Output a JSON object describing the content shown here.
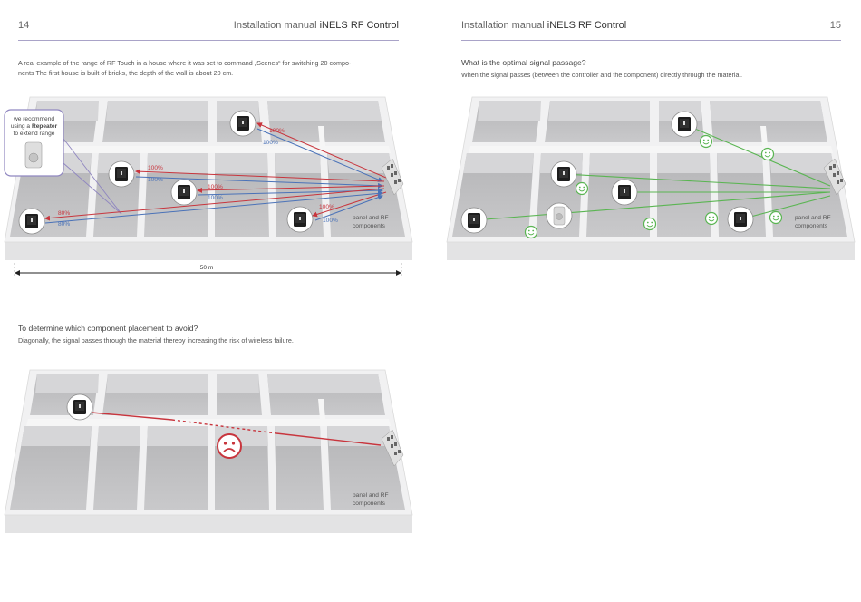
{
  "left_page": {
    "page_number": "14",
    "title_prefix": "Installation manual ",
    "title_brand": "iNELS RF Control",
    "intro_line1": "A real example of the range of RF Touch in a house where it was set to command „Scenes“ for switching 20 compo-",
    "intro_line2": "nents The first house is built of bricks, the depth of the wall is about 20 cm.",
    "callout": {
      "line1": "we recommend",
      "line2_prefix": "using a ",
      "line2_bold": "Repeater",
      "line3": "to extend range"
    },
    "signal_labels_red": [
      "100%",
      "100%",
      "100%",
      "100%",
      "80%"
    ],
    "signal_labels_blue": [
      "100%",
      "100%",
      "100%",
      "100%",
      "80%"
    ],
    "panel_label_line1": "panel and RF",
    "panel_label_line2": "components",
    "distance_label": "50 m",
    "avoid_heading": "To determine which component placement to avoid?",
    "avoid_text": "Diagonally, the signal passes through the material thereby increasing the risk of wireless failure."
  },
  "right_page": {
    "page_number": "15",
    "title_prefix": "Installation manual ",
    "title_brand": "iNELS RF Control",
    "heading": "What is the optimal signal passage?",
    "text": "When the signal passes (between the controller and the component) directly through the material.",
    "panel_label_line1": "panel and RF",
    "panel_label_line2": "components"
  },
  "colors": {
    "red_signal": "#c8353d",
    "blue_signal": "#4a72b8",
    "green_signal": "#5ab552",
    "header_rule": "#a9a3c8",
    "callout_border": "#8f86c0"
  },
  "icons": [
    "touch-panel-icon",
    "repeater-icon",
    "smiley-icon",
    "sad-face-icon",
    "panel-box-icon"
  ]
}
